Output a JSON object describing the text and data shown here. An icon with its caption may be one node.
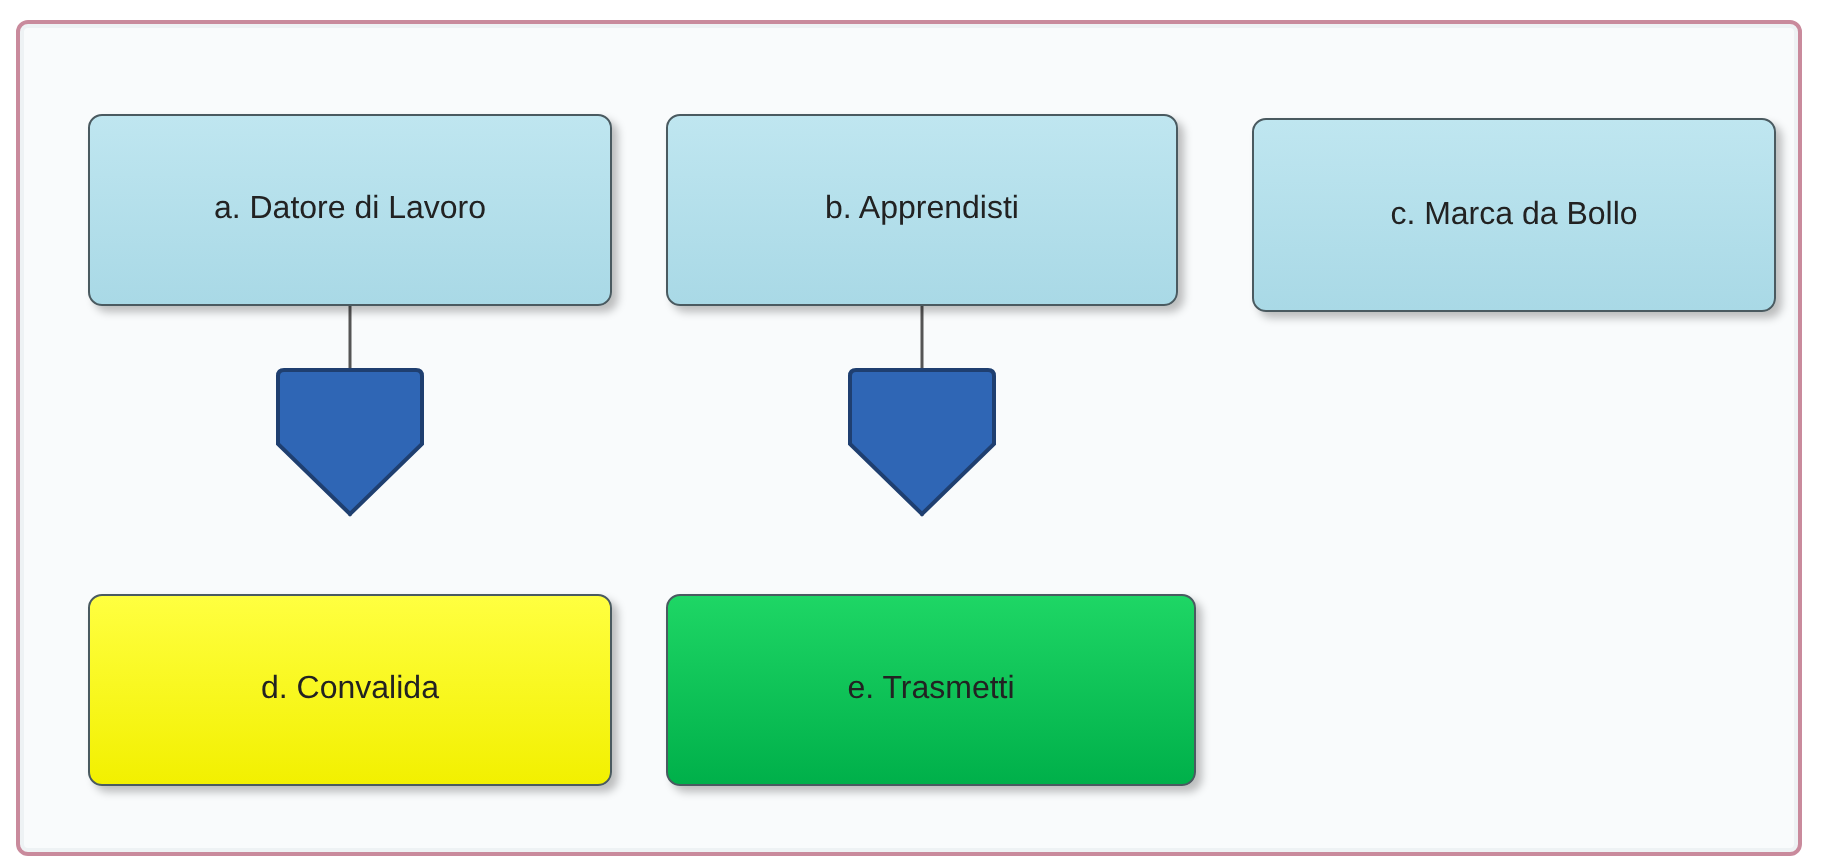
{
  "diagram": {
    "nodes": [
      {
        "text": [
          "a. Datore di Lavoro"
        ]
      },
      {
        "text": [
          "b. Apprendisti"
        ]
      },
      {
        "text": [
          "c. Marca da Bollo"
        ]
      },
      {
        "text": [
          "d. Convalida"
        ]
      },
      {
        "text": [
          "e. Trasmetti"
        ]
      }
    ],
    "edges": [
      {
        "from": 0,
        "to": 3,
        "arrow": "to"
      },
      {
        "from": 1,
        "to": 4,
        "arrow": "to"
      }
    ]
  }
}
